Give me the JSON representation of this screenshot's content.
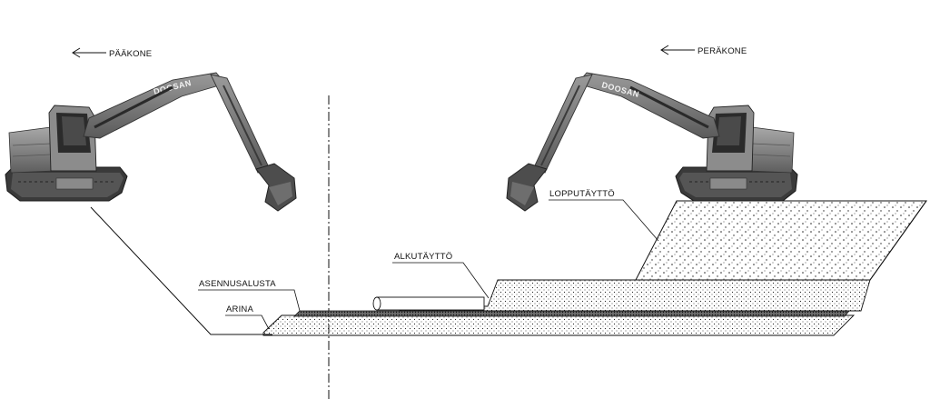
{
  "labels": {
    "main_machine": "PÄÄKONE",
    "rear_machine": "PERÄKONE",
    "final_fill": "LOPPUTÄYTTÖ",
    "initial_fill": "ALKUTÄYTTÖ",
    "pipe_bedding": "ASENNUSALUSTA",
    "grate": "ARINA"
  },
  "excavators": {
    "left_brand": "DOOSAN",
    "right_brand": "DOOSAN"
  },
  "colors": {
    "line": "#111111",
    "machine_body": "#7a7a7a",
    "machine_dark": "#333333",
    "machine_light": "#b5b5b5"
  }
}
